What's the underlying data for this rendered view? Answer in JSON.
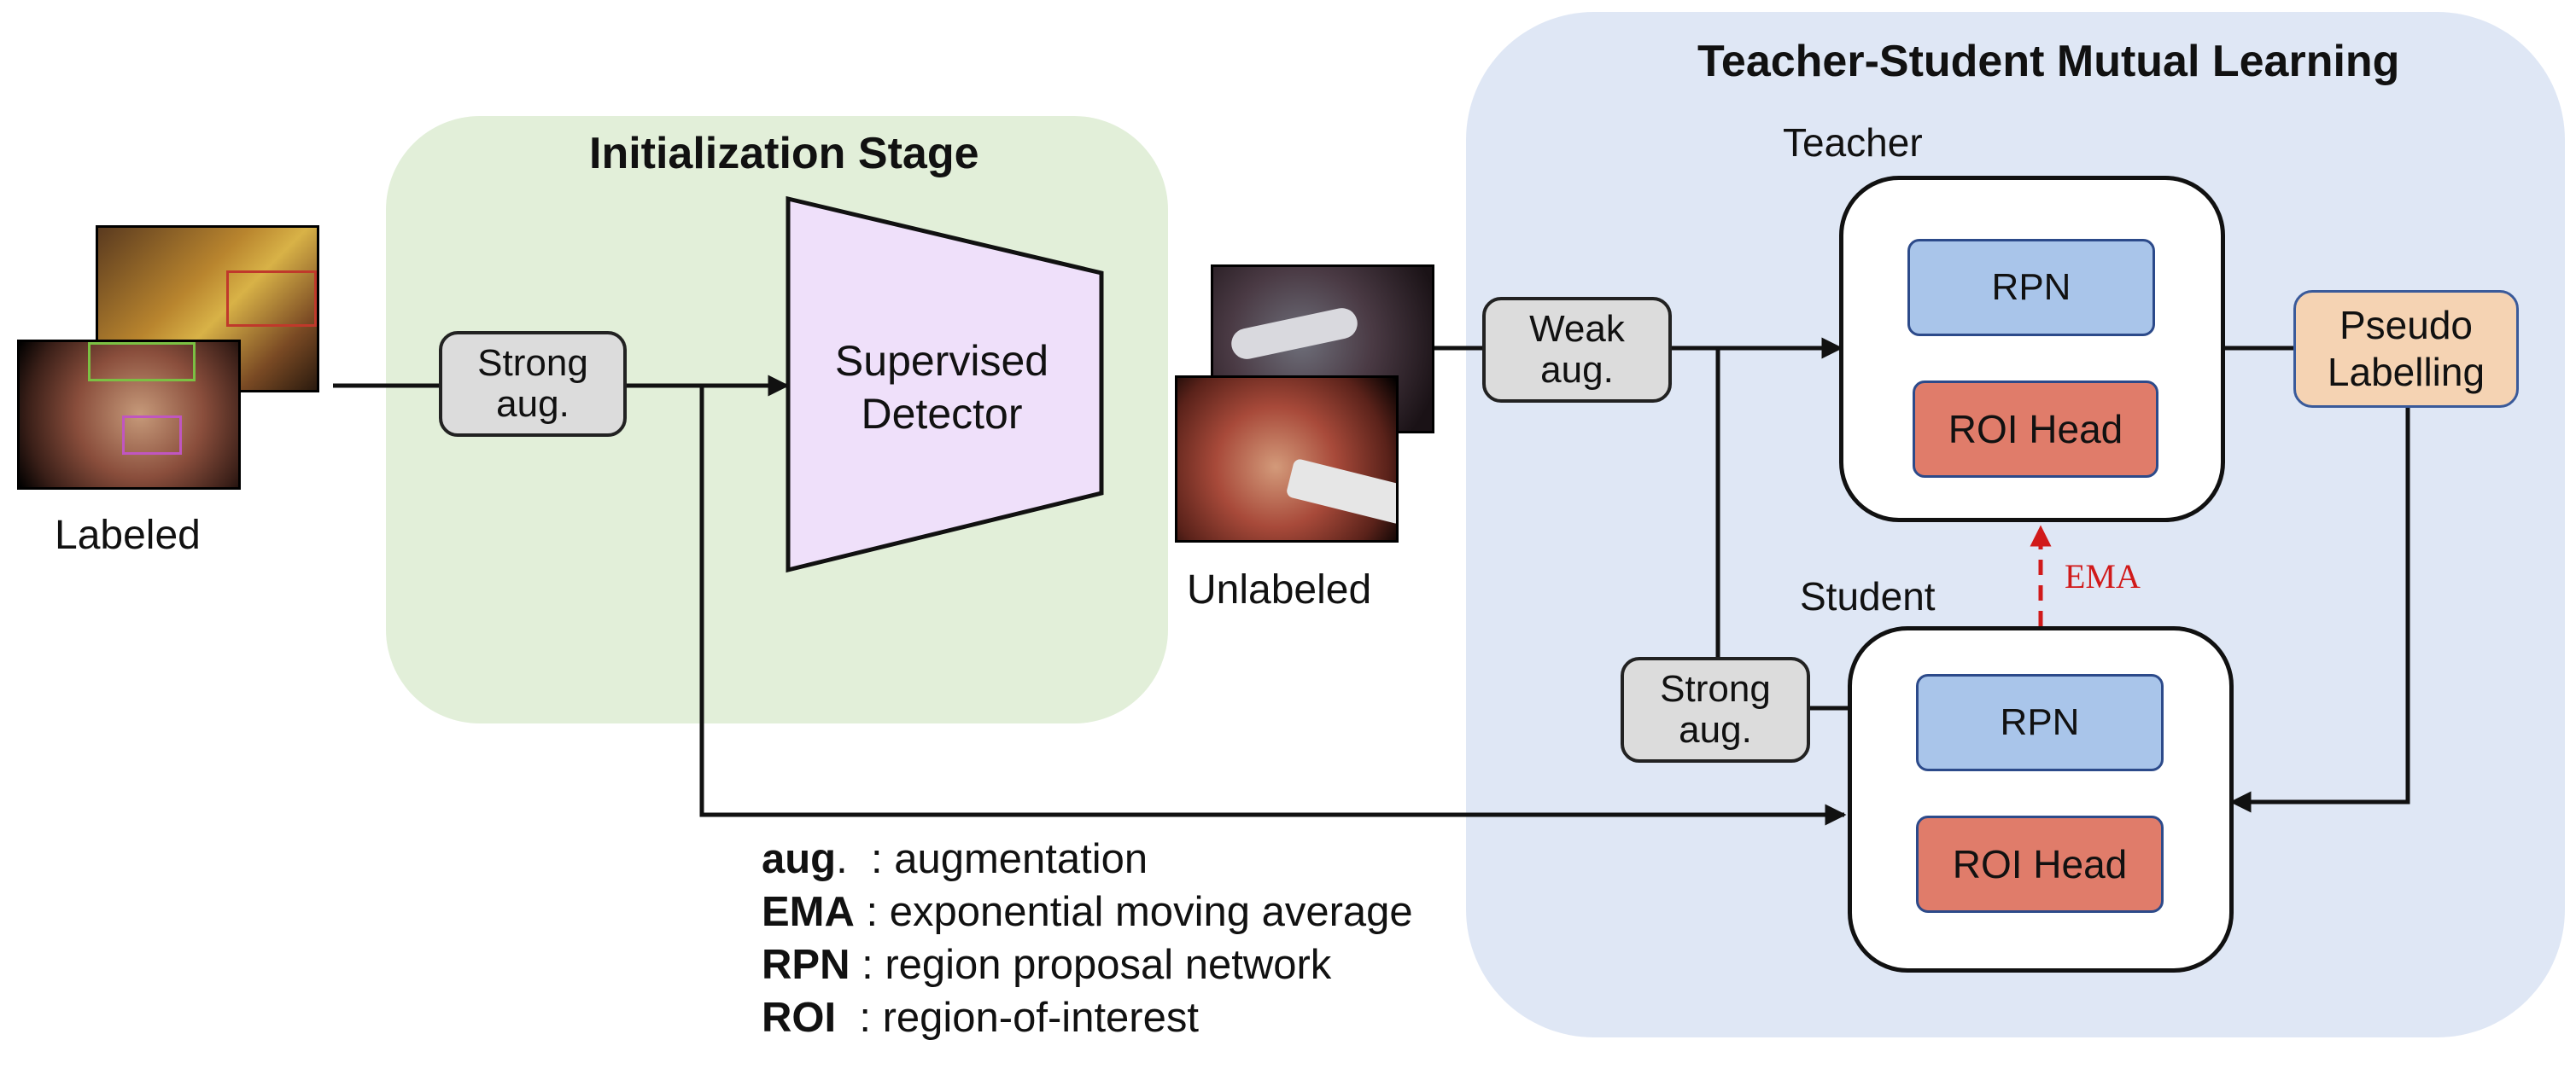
{
  "panels": {
    "initialization_title": "Initialization Stage",
    "mutual_title": "Teacher-Student Mutual Learning"
  },
  "inputs": {
    "labeled": "Labeled",
    "unlabeled": "Unlabeled"
  },
  "augmentations": {
    "strong_1": "Strong aug.",
    "weak": "Weak aug.",
    "strong_2": "Strong aug."
  },
  "detector": {
    "label": "Supervised Detector"
  },
  "teacher": {
    "title": "Teacher",
    "rpn": "RPN",
    "roi": "ROI Head"
  },
  "student": {
    "title": "Student",
    "rpn": "RPN",
    "roi": "ROI Head"
  },
  "ema_label": "EMA",
  "pseudo_label": "Pseudo Labelling",
  "legend": [
    {
      "term": "aug",
      "sep": ".  : ",
      "desc": "augmentation"
    },
    {
      "term": "EMA",
      "sep": " : ",
      "desc": "exponential moving average"
    },
    {
      "term": "RPN",
      "sep": " : ",
      "desc": "region proposal network"
    },
    {
      "term": "ROI",
      "sep": "  : ",
      "desc": "region-of-interest"
    }
  ],
  "colors": {
    "init_panel": "#e2efd9",
    "mutual_panel": "#dfe7f5",
    "detector_fill": "#efe0fa",
    "rpn_fill": "#a9c5ea",
    "roi_fill": "#e07c6a",
    "pseudo_fill": "#f5d3b3",
    "aug_fill": "#dcdcdc",
    "ema_arrow": "#d11a1a"
  }
}
